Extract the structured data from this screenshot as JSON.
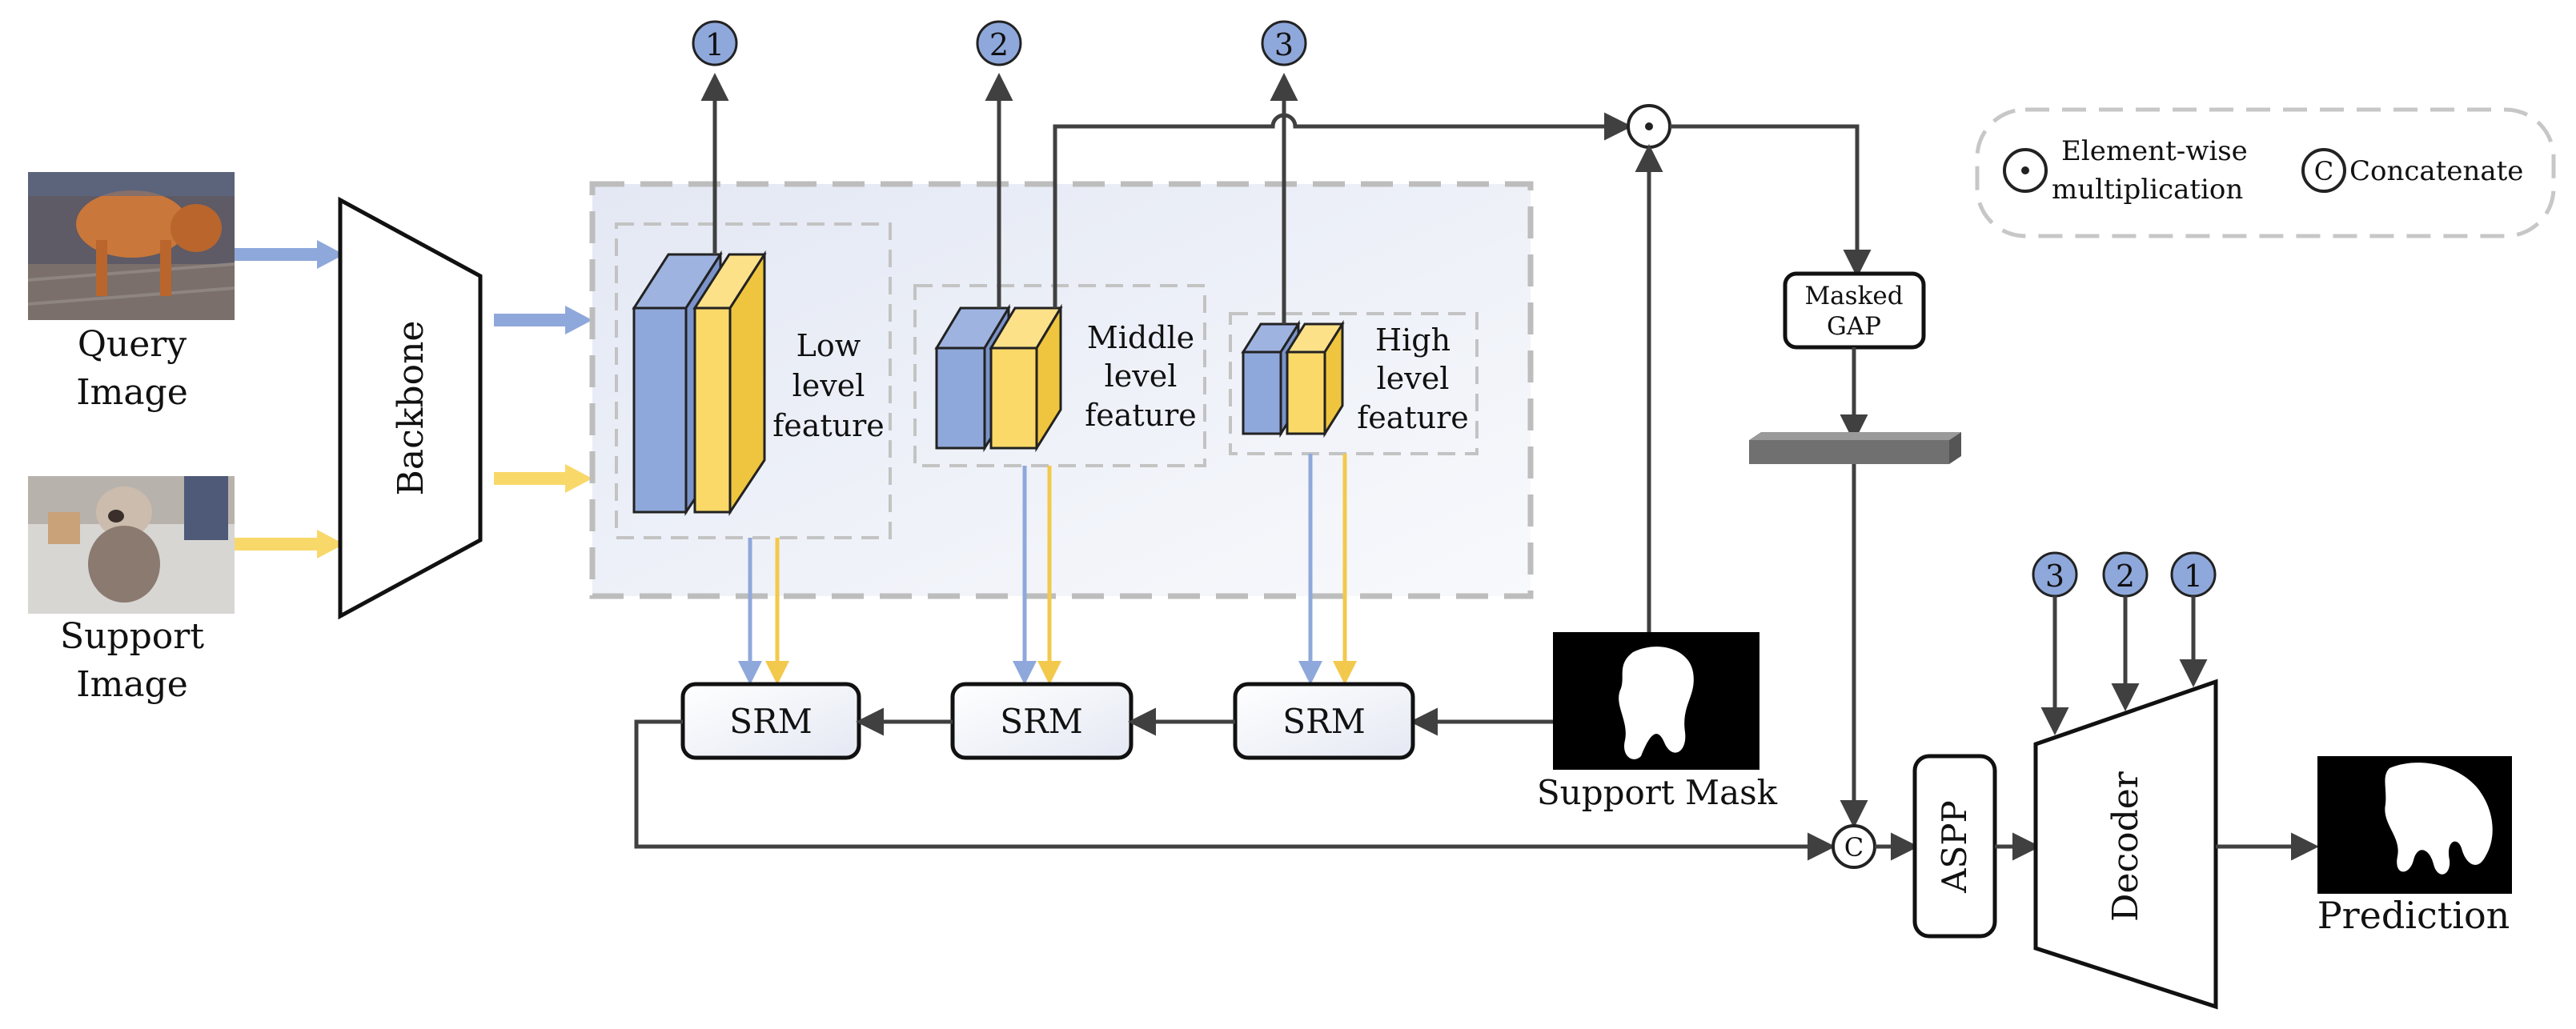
{
  "inputs": {
    "query_label": [
      "Query",
      "Image"
    ],
    "support_label": [
      "Support",
      "Image"
    ]
  },
  "backbone": {
    "label": "Backbone"
  },
  "features": {
    "low": [
      "Low",
      "level",
      "feature"
    ],
    "middle": [
      "Middle",
      "level",
      "feature"
    ],
    "high": [
      "High",
      "level",
      "feature"
    ]
  },
  "markers": [
    "1",
    "2",
    "3"
  ],
  "decoder_markers": [
    "3",
    "2",
    "1"
  ],
  "srm": [
    "SRM",
    "SRM",
    "SRM"
  ],
  "masked_gap": [
    "Masked",
    "GAP"
  ],
  "support_mask": {
    "label": "Support Mask"
  },
  "aspp": {
    "label": "ASPP"
  },
  "decoder": {
    "label": "Decoder"
  },
  "prediction": {
    "label": "Prediction"
  },
  "legend": {
    "multiply_symbol": "·",
    "multiply_text": [
      "Element-wise",
      "multiplication"
    ],
    "concat_symbol": "C",
    "concat_text": "Concatenate"
  },
  "colors": {
    "query_arrow": "#8fa8db",
    "support_arrow": "#f9d86a",
    "feature_blue": "#8fa8db",
    "feature_yellow": "#fbd968",
    "marker_fill": "#8fa8db",
    "line": "#404040",
    "dashed": "#bdbdbd"
  }
}
